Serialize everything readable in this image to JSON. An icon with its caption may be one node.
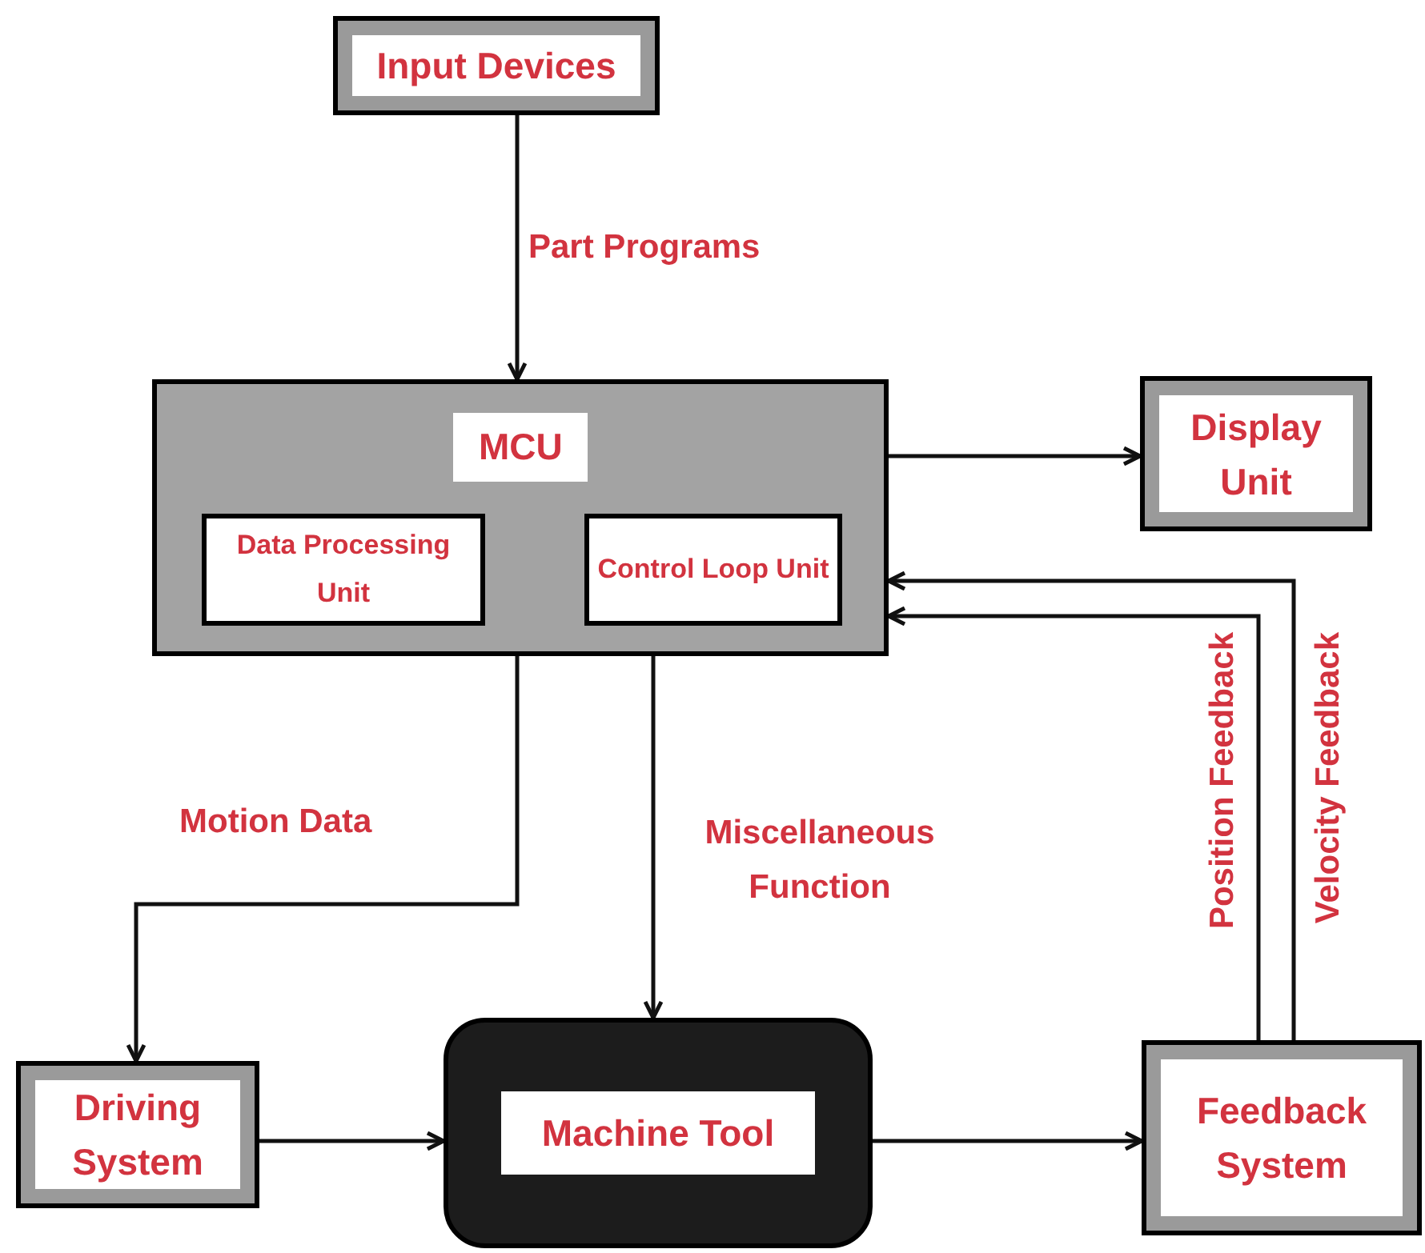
{
  "diagram": {
    "nodes": [
      {
        "text": [
          "Input Devices"
        ]
      },
      {
        "text": [
          "MCU"
        ]
      },
      {
        "text": [
          "Data Processing Unit"
        ],
        "in": 1
      },
      {
        "text": [
          "Control Loop Unit"
        ],
        "in": 1
      },
      {
        "text": [
          "Display Unit"
        ]
      },
      {
        "text": [
          "Driving System"
        ]
      },
      {
        "text": [
          "Machine Tool"
        ]
      },
      {
        "text": [
          "Feedback System"
        ]
      }
    ],
    "edges": [
      {
        "from": 0,
        "to": 1,
        "arrow": "to",
        "label": "Part Programs"
      },
      {
        "from": 1,
        "to": 4,
        "arrow": "to"
      },
      {
        "from": 1,
        "to": 5,
        "arrow": "to",
        "label": "Motion Data"
      },
      {
        "from": 1,
        "to": 6,
        "arrow": "to",
        "label": "Miscellaneous Function"
      },
      {
        "from": 5,
        "to": 6,
        "arrow": "to"
      },
      {
        "from": 6,
        "to": 7,
        "arrow": "to"
      },
      {
        "from": 7,
        "to": 1,
        "arrow": "to",
        "label": "Position Feedback"
      },
      {
        "from": 7,
        "to": 1,
        "arrow": "to",
        "label": "Velocity Feedback"
      }
    ]
  }
}
